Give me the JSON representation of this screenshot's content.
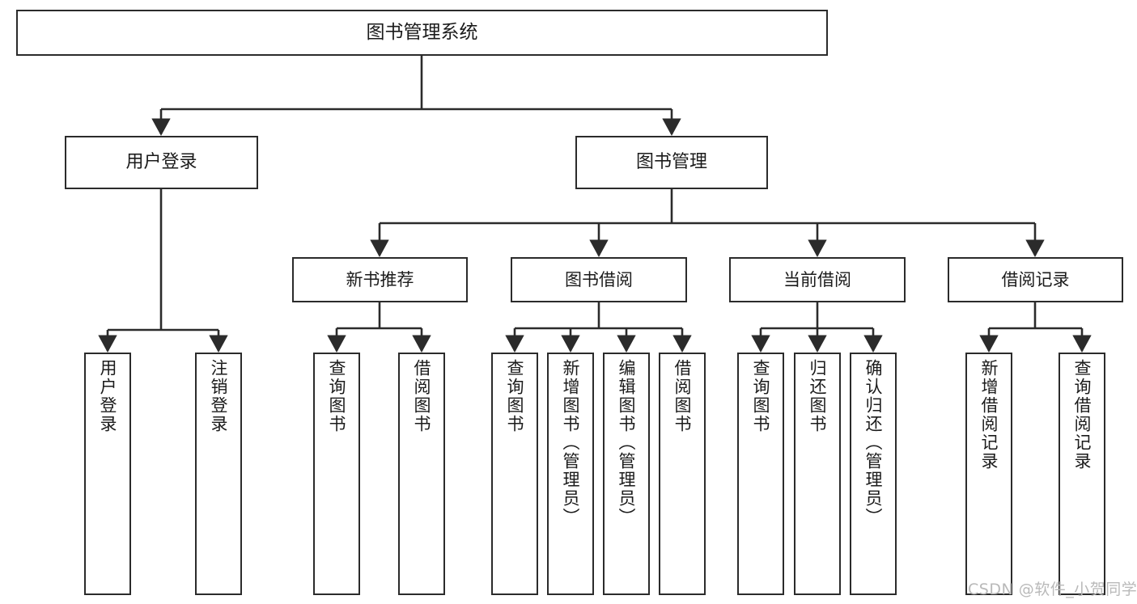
{
  "diagram": {
    "title": "图书管理系统",
    "type": "tree-hierarchy-chart",
    "watermark": "CSDN @软件_小贺同学",
    "colors": {
      "stroke": "#2b2b2b",
      "fill": "#ffffff",
      "text": "#1b1b1b",
      "watermark": "#b9b9b9"
    },
    "levels": {
      "root": {
        "label": "图书管理系统"
      },
      "level2": [
        {
          "label": "用户登录"
        },
        {
          "label": "图书管理"
        }
      ],
      "level3": [
        {
          "label": "新书推荐"
        },
        {
          "label": "图书借阅"
        },
        {
          "label": "当前借阅"
        },
        {
          "label": "借阅记录"
        }
      ],
      "leaves": {
        "user_login": [
          {
            "label": "用户登录"
          },
          {
            "label": "注销登录"
          }
        ],
        "new_book_recommend": [
          {
            "label": "查询图书"
          },
          {
            "label": "借阅图书"
          }
        ],
        "book_borrow": [
          {
            "label": "查询图书"
          },
          {
            "label": "新增图书（管理员）"
          },
          {
            "label": "编辑图书（管理员）"
          },
          {
            "label": "借阅图书"
          }
        ],
        "current_borrow": [
          {
            "label": "查询图书"
          },
          {
            "label": "归还图书"
          },
          {
            "label": "确认归还（管理员）"
          }
        ],
        "borrow_record": [
          {
            "label": "新增借阅记录"
          },
          {
            "label": "查询借阅记录"
          }
        ]
      }
    }
  }
}
